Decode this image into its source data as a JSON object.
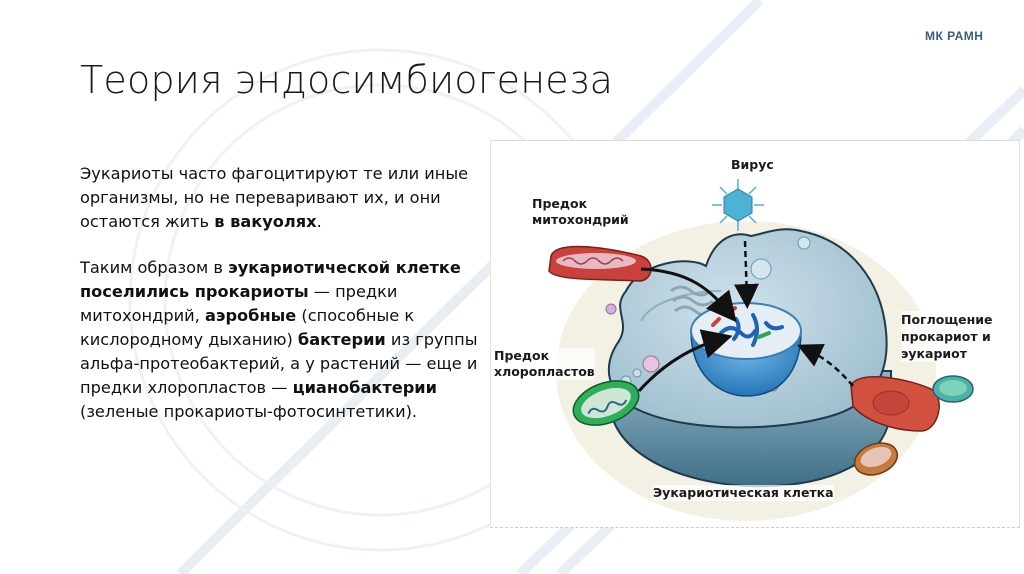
{
  "header": {
    "org_label": "МК РАМН",
    "title": "Теория эндосимбиогенеза"
  },
  "body": {
    "paragraph1": {
      "text_a": "Эукариоты часто фагоцитируют те или иные организмы, но не переваривают их, и они остаются жить ",
      "bold_a": "в вакуолях",
      "text_b": "."
    },
    "paragraph2": {
      "text_a": "Таким  образом в ",
      "bold_a": "эукариотической клетке поселились прокариоты",
      "text_b": " — предки митохондрий, ",
      "bold_b": "аэробные",
      "text_c": " (способные к кислородному дыханию) ",
      "bold_c": "бактерии",
      "text_d": " из группы альфа-протеобактерий, а у растений — еще и предки хлоропластов — ",
      "bold_d": "цианобактерии",
      "text_e": " (зеленые прокариоты-фотосинтетики)."
    }
  },
  "figure": {
    "labels": {
      "virus": "Вирус",
      "mito_ancestor_line1": "Предок",
      "mito_ancestor_line2": "митохондрий",
      "chloro_ancestor_line1": "Предок",
      "chloro_ancestor_line2": "хлоропластов",
      "uptake_line1": "Поглощение",
      "uptake_line2": "прокариот и",
      "uptake_line3": "эукариот",
      "cell": "Эукариотическая клетка"
    },
    "colors": {
      "cytoplasm": "#b9d3de",
      "cell_edge": "#7fa3b8",
      "nucleus": "#3f8fd0",
      "mitochondrion": "#c8413a",
      "chloroplast": "#2fae5a",
      "virus": "#4db3d6"
    }
  }
}
